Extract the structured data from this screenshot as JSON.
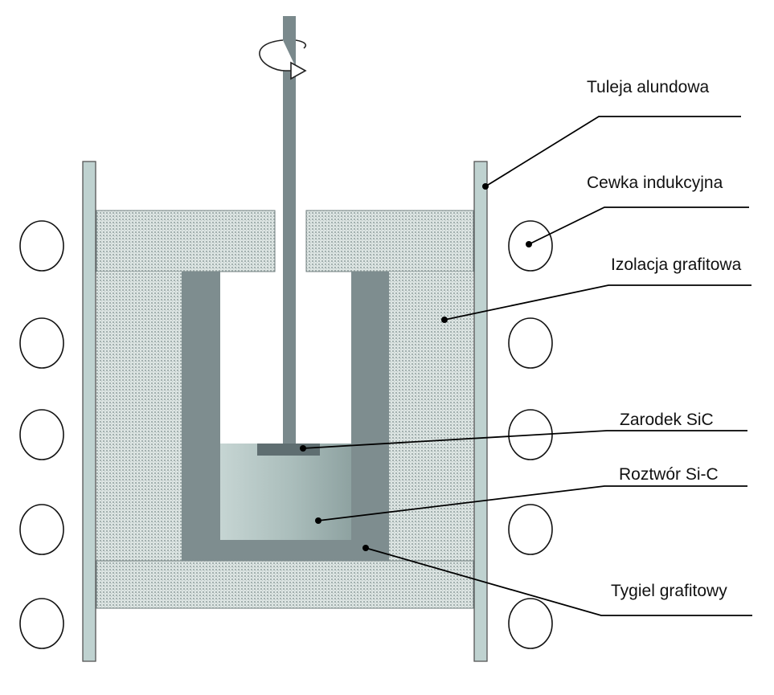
{
  "labels": {
    "tuleja": "Tuleja alundowa",
    "cewka": "Cewka indukcyjna",
    "izolacja": "Izolacja grafitowa",
    "zarodek": "Zarodek SiC",
    "roztwor": "Roztwór Si-C",
    "tygiel": "Tygiel grafitowy"
  },
  "colors": {
    "graphite_crucible": "#7e8d8f",
    "alundum_tube": "#bfd2d0",
    "insulation_base": "#dde5e3",
    "insulation_dots": "#9aa8a7",
    "rod": "#7a898c",
    "solution_light": "#bfcfcd",
    "solution_dark": "#8da1a0",
    "seed": "#5f6e71",
    "lines": "#000000"
  },
  "icons": {
    "rotation": "rotation-arrow-icon",
    "coil": "coil-turn-icon"
  }
}
